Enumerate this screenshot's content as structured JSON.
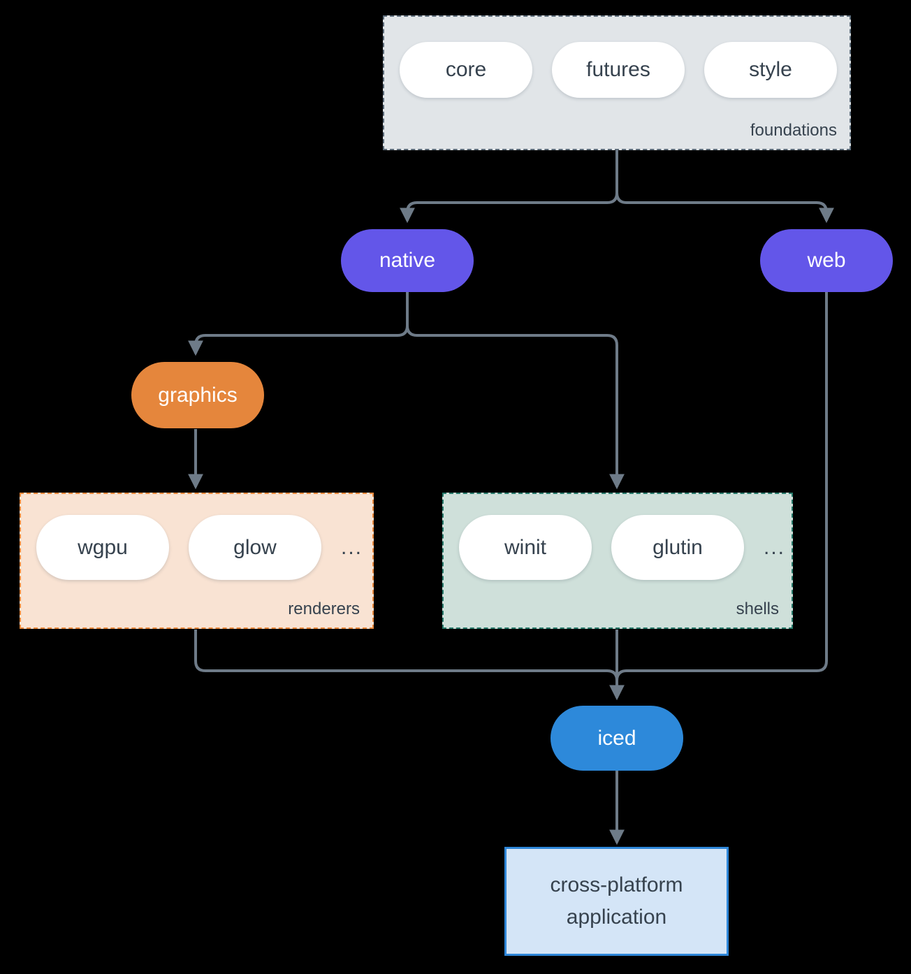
{
  "colors": {
    "background": "#000000",
    "arrow": "#6e7b88",
    "text_dark": "#36424e",
    "text_light": "#ffffff",
    "pill_white": "#ffffff",
    "purple": "#6356e9",
    "orange": "#e5863c",
    "blue": "#2d89da",
    "foundations_fill": "#e1e5e8",
    "foundations_border": "#5d6c7a",
    "renderers_fill": "#f9e3d3",
    "renderers_border": "#e8883c",
    "shells_fill": "#cfe0da",
    "shells_border": "#27796a",
    "app_fill": "#d4e5f7",
    "app_border": "#2e86d8"
  },
  "nodes": {
    "foundations": {
      "label": "foundations",
      "items": [
        "core",
        "futures",
        "style"
      ]
    },
    "native": {
      "label": "native"
    },
    "web": {
      "label": "web"
    },
    "graphics": {
      "label": "graphics"
    },
    "renderers": {
      "label": "renderers",
      "items": [
        "wgpu",
        "glow"
      ],
      "more": "..."
    },
    "shells": {
      "label": "shells",
      "items": [
        "winit",
        "glutin"
      ],
      "more": "..."
    },
    "iced": {
      "label": "iced"
    },
    "application": {
      "label": "cross-platform application"
    }
  }
}
